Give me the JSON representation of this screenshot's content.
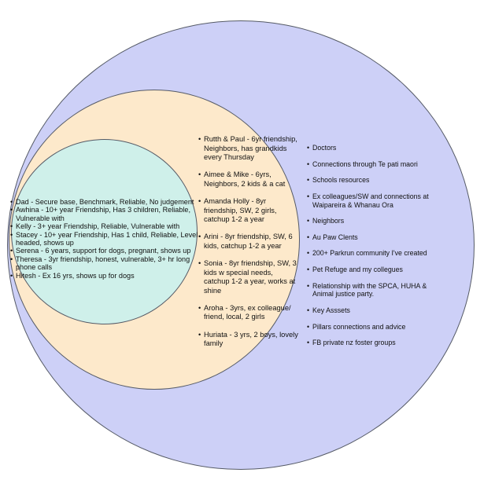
{
  "diagram": {
    "outer_circle": {
      "color": "#cdd0f7",
      "items": [
        "Doctors",
        "Connections through Te pati maori",
        "Schools resources",
        "Ex colleagues/SW and connections at Waipareira & Whanau Ora",
        "Neighbors",
        "Au Paw Clents",
        "200+ Parkrun community I've created",
        "Pet Refuge and my collegues",
        "Relationship with the SPCA, HUHA & Animal justice party.",
        "Key Asssets",
        "Pillars connections and advice",
        "FB private nz foster groups"
      ]
    },
    "middle_circle": {
      "color": "#fde9cb",
      "items": [
        "Rutth & Paul - 6yr friendship, Neighbors, has grandkids every Thursday",
        "Aimee & Mike - 6yrs, Neighbors, 2 kids & a cat",
        "Amanda Holly - 8yr friendship, SW, 2 girls, catchup 1-2 a year",
        "Arini  - 8yr friendship, SW, 6 kids, catchup 1-2 a year",
        "Sonia  - 8yr friendship, SW, 3 kids w special needs, catchup 1-2 a year, works at shine",
        "Aroha - 3yrs, ex colleague/ friend, local, 2 girls",
        "Huriata - 3 yrs, 2 boys, lovely family"
      ]
    },
    "inner_circle": {
      "color": "#cff0ea",
      "items": [
        "Dad - Secure base, Benchmark, Reliable, No judgement",
        "Awhina - 10+ year Friendship, Has 3 children, Reliable, Vulnerable with",
        "Kelly - 3+ year Friendship, Reliable, Vulnerable with",
        "Stacey - 10+ year Friendship, Has 1 child, Reliable, Level headed, shows up",
        "Serena - 6 years, support for dogs, pregnant, shows up",
        "Theresa - 3yr friendship, honest, vulnerable, 3+ hr long phone calls",
        "Hitesh - Ex 16 yrs, shows up for dogs"
      ]
    }
  }
}
